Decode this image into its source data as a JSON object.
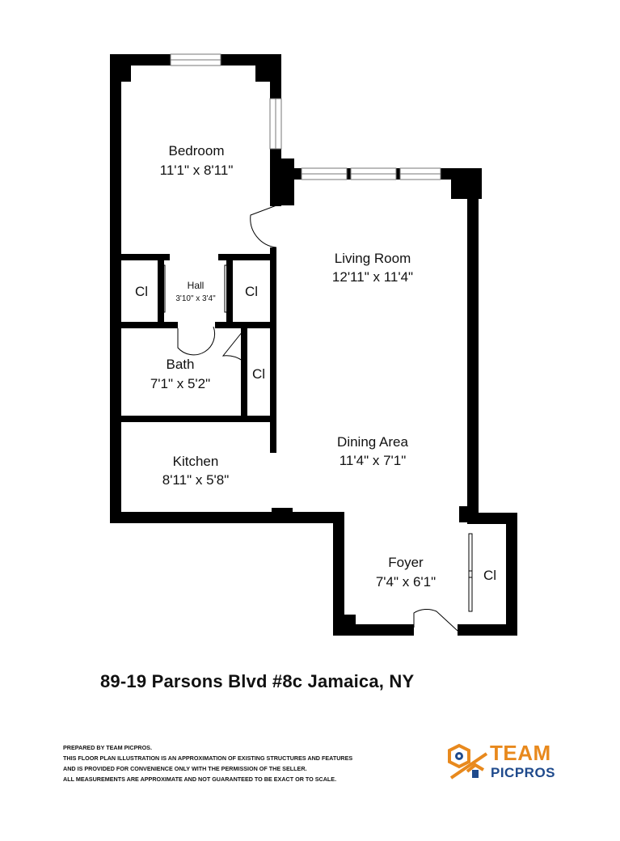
{
  "rooms": {
    "bedroom": {
      "name": "Bedroom",
      "dims": "11'1\" x 8'11\""
    },
    "living": {
      "name": "Living Room",
      "dims": "12'11\" x 11'4\""
    },
    "hall": {
      "name": "Hall",
      "dims": "3'10\" x 3'4\""
    },
    "closet_left": {
      "name": "Cl"
    },
    "closet_right": {
      "name": "Cl"
    },
    "bath": {
      "name": "Bath",
      "dims": "7'1\" x 5'2\""
    },
    "closet_bath": {
      "name": "Cl"
    },
    "dining": {
      "name": "Dining Area",
      "dims": "11'4\" x 7'1\""
    },
    "kitchen": {
      "name": "Kitchen",
      "dims": "8'11\" x 5'8\""
    },
    "foyer": {
      "name": "Foyer",
      "dims": "7'4\" x 6'1\""
    },
    "closet_foyer": {
      "name": "Cl"
    }
  },
  "address": "89-19 Parsons Blvd #8c Jamaica, NY",
  "disclaimer": [
    "PREPARED BY TEAM PICPROS.",
    "THIS FLOOR PLAN ILLUSTRATION IS AN APPROXIMATION OF EXISTING STRUCTURES AND FEATURES",
    "AND IS PROVIDED FOR CONVENIENCE ONLY WITH THE PERMISSION OF THE SELLER.",
    "ALL MEASUREMENTS ARE APPROXIMATE AND NOT GUARANTEED TO BE EXACT OR TO SCALE."
  ],
  "logo": {
    "line1": "TEAM",
    "line2": "PICPROS",
    "colors": {
      "orange": "#e8891d",
      "blue": "#1f4a8c"
    }
  },
  "colors": {
    "wall": "#000000",
    "window": "#888888",
    "background": "#ffffff"
  }
}
